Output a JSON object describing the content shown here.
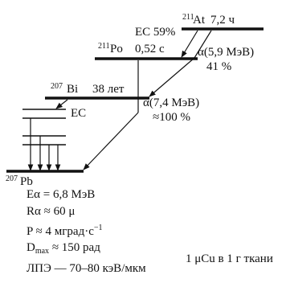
{
  "levels": {
    "at211": {
      "mass": "211",
      "symbol": "At",
      "halflife": "7,2 ч"
    },
    "po211": {
      "mass": "211",
      "symbol": "Po",
      "halflife": "0,52 с"
    },
    "bi207": {
      "mass": "207",
      "symbol": "Bi",
      "halflife": "38 лет"
    },
    "pb207": {
      "mass": "207",
      "symbol": "Pb"
    }
  },
  "transitions": {
    "ec_at": "EC 59%",
    "alpha_at": "α(5,9 МэВ)",
    "alpha_at_pct": "41 %",
    "ec_bi": "EC",
    "alpha_po": "α(7,4 МэВ)",
    "alpha_po_pct": "≈100 %"
  },
  "info": {
    "e_alpha": "Eα = 6,8 МэВ",
    "r_alpha": "Rα ≈ 60 μ",
    "power_prefix": "P ≈ 4 мград·с",
    "power_exp": "−1",
    "dmax_d": "D",
    "dmax_sub": "max",
    "dmax_rest": " ≈ 150 рад",
    "activity_note": "1 μCu в 1 г ткани",
    "let": "ЛПЭ — 70–80 кэВ/мкм"
  }
}
